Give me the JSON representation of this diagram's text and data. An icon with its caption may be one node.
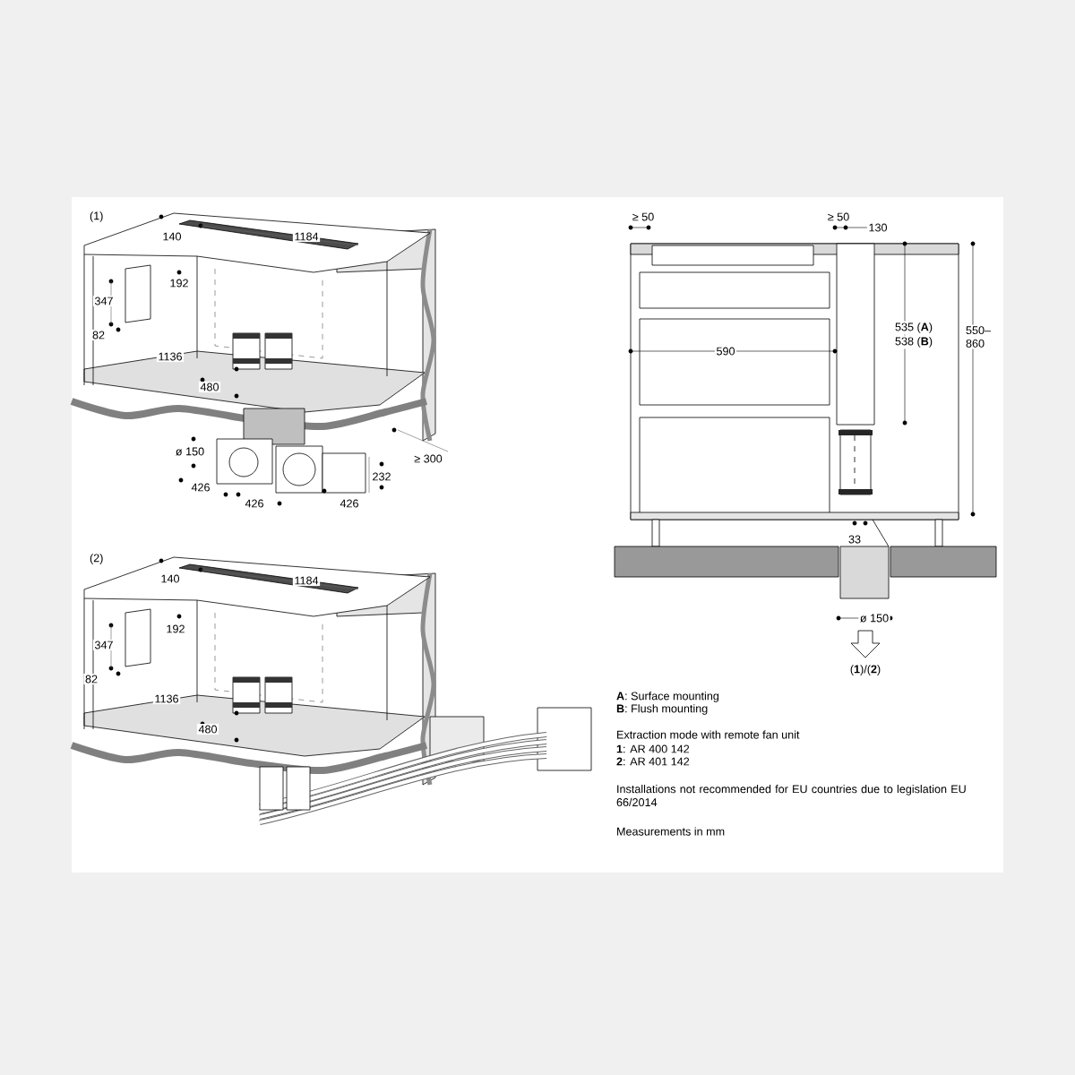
{
  "diagram": {
    "labels": [
      "(1)",
      "140",
      "1184",
      "347",
      "192",
      "82",
      "1136",
      "480",
      "ø 150",
      "≥ 300",
      "232",
      "426",
      "426",
      "426",
      "(2)",
      "140",
      "1184",
      "347",
      "192",
      "82",
      "1136",
      "480",
      "≥ 50",
      "≥ 50",
      "130",
      "590",
      "535 (**A**)",
      "538 (**B**)",
      "550– 860",
      "33",
      "ø 150",
      "(**1**)/(**2**)",
      "**A**: Surface mounting",
      "**B**: Flush mounting",
      "Extraction mode with remote fan unit",
      "**1**: AR 400 142",
      "**2**: AR 401 142",
      "Installations not recommended for EU countries due to legislation EU 66/2014",
      "Measurements in mm"
    ]
  }
}
